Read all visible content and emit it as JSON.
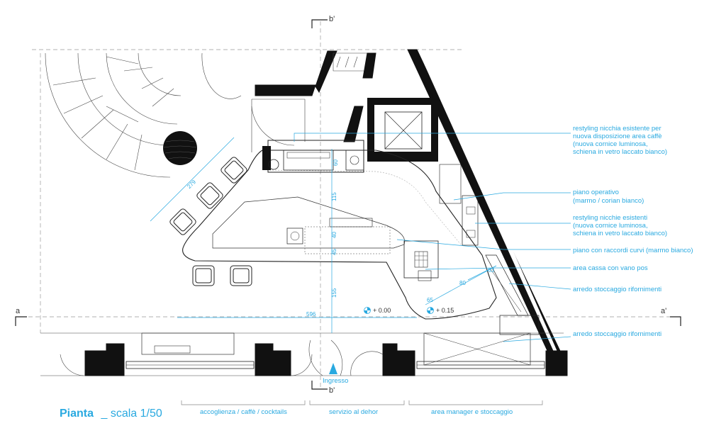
{
  "title": {
    "bold": "Pianta",
    "rest": "_ scala 1/50"
  },
  "section_marks": {
    "a_left": "a",
    "a_right": "a'",
    "b_top": "b'",
    "b_bottom": "b'"
  },
  "entrance_label": "Ingresso",
  "annotations": [
    "restyling nicchia esistente per",
    "nuova disposizione area caffè",
    "(nuova cornice luminosa,",
    "schiena in vetro laccato bianco)",
    "piano operativo",
    "(marmo / corian bianco)",
    "restyling nicchie esistenti",
    "(nuova cornice luminosa,",
    "schiena in vetro laccato bianco)",
    "piano con raccordi curvi (marmo bianco)",
    "area cassa con vano pos",
    "arredo stoccaggio rifornimenti",
    "arredo stoccaggio rifornimenti"
  ],
  "dimensions": {
    "d279": "279",
    "d596": "596",
    "d60": "60",
    "d115": "115",
    "d40": "40",
    "d45": "45",
    "d155": "155",
    "d63": "63",
    "d80": "80",
    "d65": "65"
  },
  "levels": {
    "l1": "0.00",
    "l2": "0.15"
  },
  "zones": [
    "accoglienza / caffè / cocktails",
    "servizio al dehor",
    "area manager e stoccaggio"
  ],
  "colors": {
    "accent": "#29a9e0",
    "ink": "#111111"
  }
}
